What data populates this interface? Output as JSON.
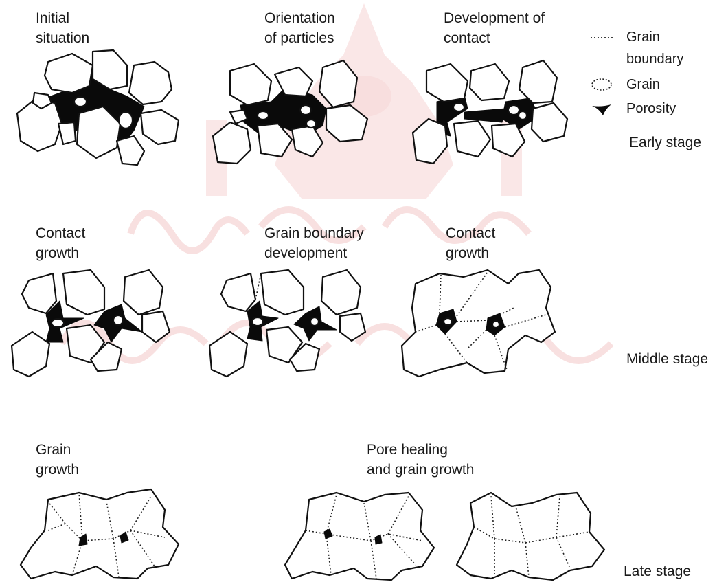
{
  "panels": {
    "initial": {
      "line1": "Initial",
      "line2": "situation"
    },
    "orientation": {
      "line1": "Orientation",
      "line2": "of particles"
    },
    "development": {
      "line1": "Development of",
      "line2": "contact"
    },
    "contact1": {
      "line1": "Contact",
      "line2": "growth"
    },
    "gb_dev": {
      "line1": "Grain boundary",
      "line2": "development"
    },
    "contact2": {
      "line1": "Contact",
      "line2": "growth"
    },
    "grain_growth": {
      "line1": "Grain",
      "line2": "growth"
    },
    "pore_healing": {
      "line1": "Pore healing",
      "line2": "and grain growth"
    }
  },
  "legend": {
    "grain_boundary_line1": "Grain",
    "grain_boundary_line2": "boundary",
    "grain": "Grain",
    "porosity": "Porosity"
  },
  "stages": {
    "early": "Early stage",
    "middle": "Middle stage",
    "late": "Late stage"
  },
  "colors": {
    "ink": "#111111",
    "watermark": "#f2c7c7"
  }
}
